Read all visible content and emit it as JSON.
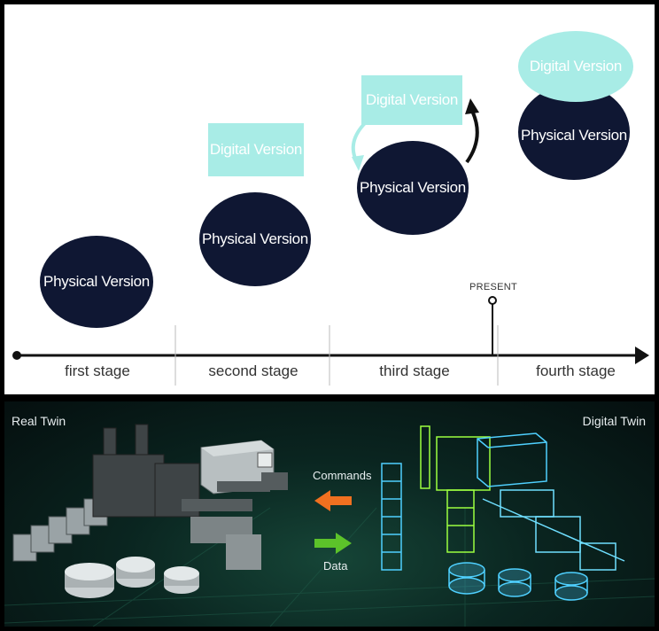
{
  "timeline": {
    "stages": [
      "first stage",
      "second stage",
      "third stage",
      "fourth stage"
    ],
    "present_label": "PRESENT",
    "physical_label": "Physical Version",
    "digital_label": "Digital Version"
  },
  "twin": {
    "real_title": "Real Twin",
    "digital_title": "Digital Twin",
    "commands_label": "Commands",
    "data_label": "Data"
  },
  "colors": {
    "physical_fill": "#0f1733",
    "digital_fill": "#a8ece6",
    "commands_arrow": "#f07020",
    "data_arrow": "#5cc22a",
    "digital_wireframe": "#4fd0ff",
    "digital_highlight": "#9cff40"
  }
}
